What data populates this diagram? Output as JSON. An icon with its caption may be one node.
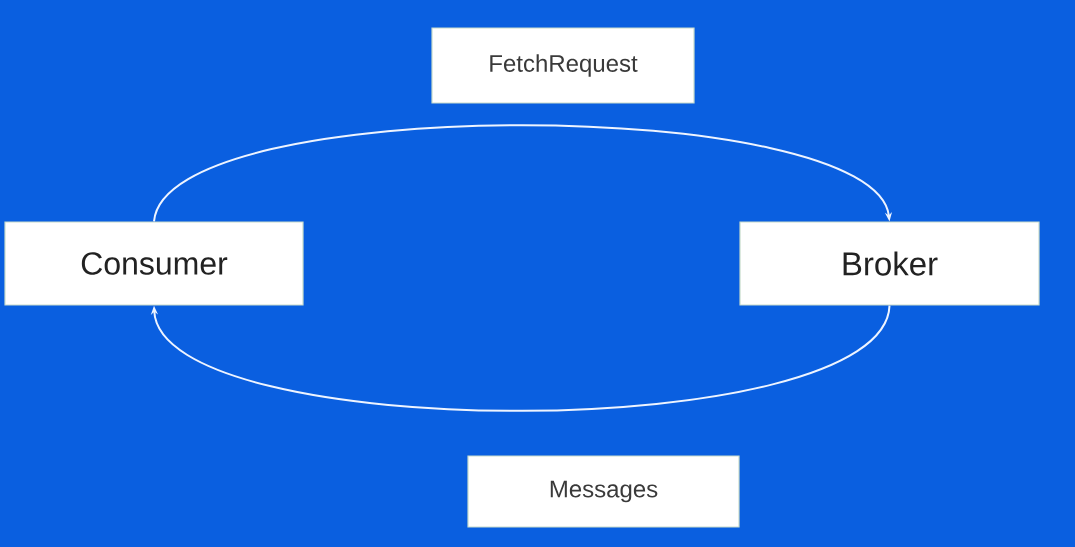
{
  "diagram": {
    "nodes": [
      {
        "text": [
          "FetchRequest"
        ]
      },
      {
        "text": [
          "Consumer"
        ]
      },
      {
        "text": [
          "Broker"
        ]
      },
      {
        "text": [
          "Messages"
        ]
      }
    ],
    "edges": [
      {
        "from": 1,
        "to": 2,
        "arrow": "to"
      },
      {
        "from": 2,
        "to": 1,
        "arrow": "to"
      }
    ]
  }
}
